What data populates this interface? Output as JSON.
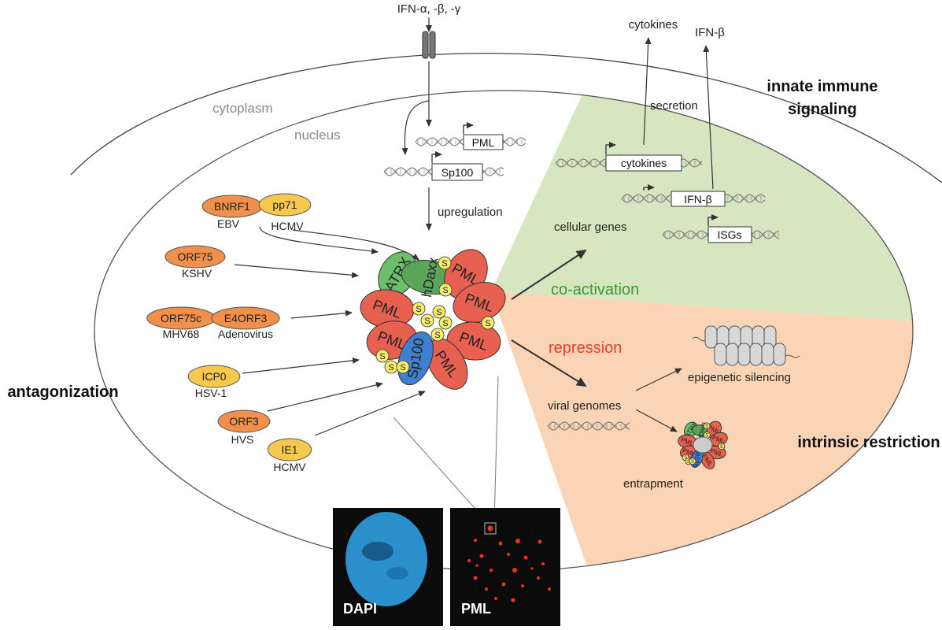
{
  "labels": {
    "ifn": "IFN-α, -β, -γ",
    "cytokines_out": "cytokines",
    "ifnb_out": "IFN-β",
    "secretion": "secretion",
    "innate_1": "innate immune",
    "innate_2": "signaling",
    "cytoplasm": "cytoplasm",
    "nucleus": "nucleus",
    "gene_pml": "PML",
    "gene_sp100": "Sp100",
    "gene_cytokines": "cytokines",
    "gene_ifnb": "IFN-β",
    "gene_isgs": "ISGs",
    "upregulation": "upregulation",
    "cellular_genes": "cellular genes",
    "co_activation": "co-activation",
    "repression": "repression",
    "epigenetic": "epigenetic silencing",
    "viral_genomes": "viral genomes",
    "entrapment": "entrapment",
    "intrinsic": "intrinsic restriction",
    "antagonization": "antagonization",
    "dapi": "DAPI",
    "pml_panel": "PML"
  },
  "colors": {
    "pml": "#e8604f",
    "hdaxx": "#5aa55a",
    "atrx": "#6cbf6a",
    "sp100": "#3f7fcf",
    "sumo": "#f5ec6c",
    "viral_orange": "#f0904a",
    "viral_yellow": "#f6c94e"
  },
  "viral_proteins": [
    {
      "name": "BNRF1",
      "virus": "EBV",
      "color": "viral_orange"
    },
    {
      "name": "pp71",
      "virus": "HCMV",
      "color": "viral_yellow"
    },
    {
      "name": "ORF75",
      "virus": "KSHV",
      "color": "viral_orange"
    },
    {
      "name": "ORF75c",
      "virus": "MHV68",
      "color": "viral_orange"
    },
    {
      "name": "E4ORF3",
      "virus": "Adenovirus",
      "color": "viral_orange"
    },
    {
      "name": "ICP0",
      "virus": "HSV-1",
      "color": "viral_yellow"
    },
    {
      "name": "ORF3",
      "virus": "HVS",
      "color": "viral_orange"
    },
    {
      "name": "IE1",
      "virus": "HCMV",
      "color": "viral_yellow"
    }
  ],
  "nb_proteins": {
    "pml": "PML",
    "hdaxx": "hDaxx",
    "atrx": "ATRX",
    "sp100": "Sp100",
    "sumo": "S"
  }
}
